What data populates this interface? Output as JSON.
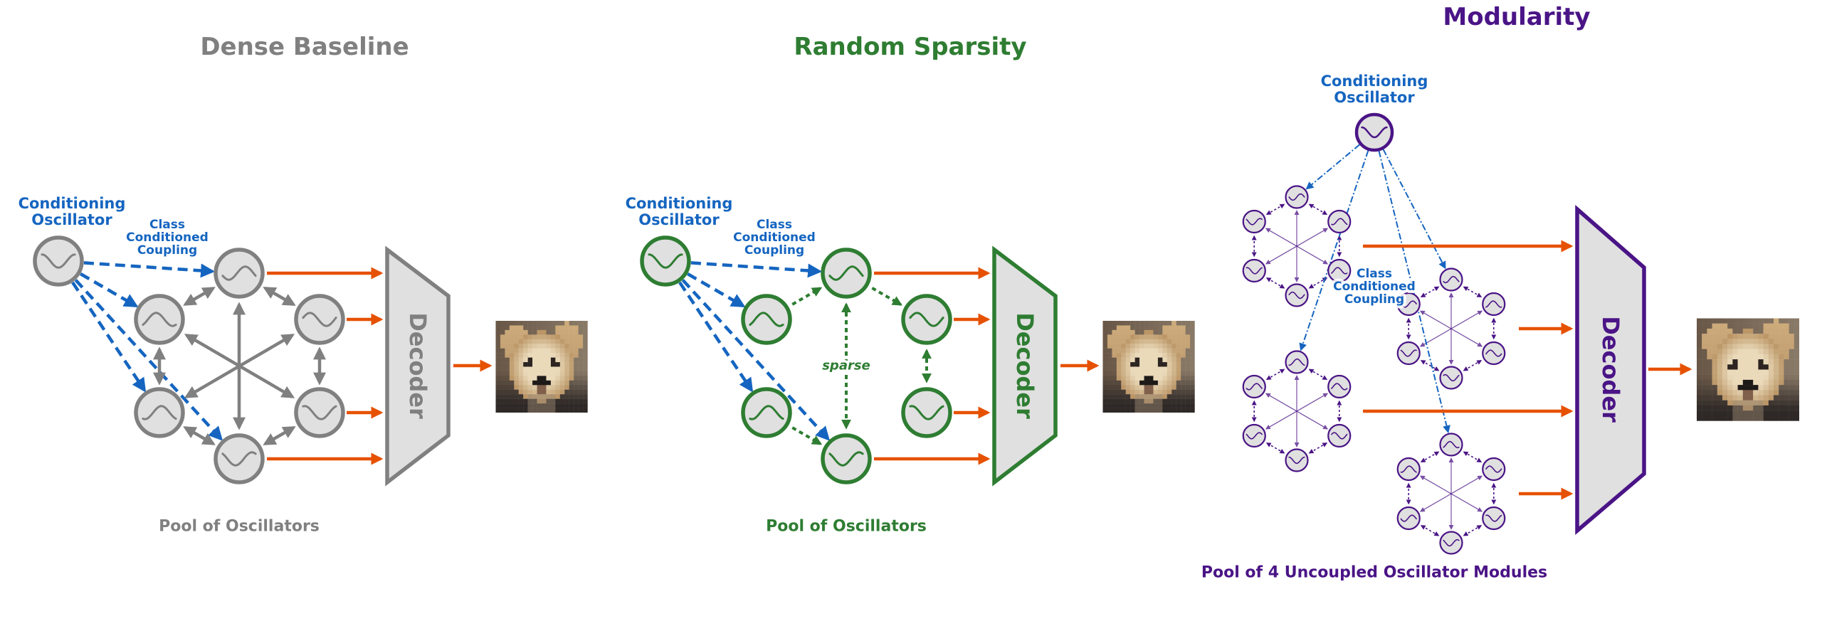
{
  "panels": {
    "dense": {
      "title": "Dense Baseline",
      "conditioning_line1": "Conditioning",
      "conditioning_line2": "Oscillator",
      "coupling_line1": "Class",
      "coupling_line2": "Conditioned",
      "coupling_line3": "Coupling",
      "pool_label": "Pool of Oscillators",
      "decoder_label": "Decoder"
    },
    "sparse": {
      "title": "Random Sparsity",
      "conditioning_line1": "Conditioning",
      "conditioning_line2": "Oscillator",
      "coupling_line1": "Class",
      "coupling_line2": "Conditioned",
      "coupling_line3": "Coupling",
      "sparse_label": "sparse",
      "pool_label": "Pool of Oscillators",
      "decoder_label": "Decoder"
    },
    "modular": {
      "title": "Modularity",
      "conditioning_line1": "Conditioning",
      "conditioning_line2": "Oscillator",
      "coupling_line1": "Class",
      "coupling_line2": "Conditioned",
      "coupling_line3": "Coupling",
      "pool_label": "Pool of 4 Uncoupled Oscillator Modules",
      "decoder_label": "Decoder"
    }
  },
  "colors": {
    "dense": "#808080",
    "sparse": "#2e7d32",
    "modular": "#4a1486",
    "conditioning": "#1565c0",
    "output_arrow": "#e65100",
    "node_fill": "#e0e0e0"
  },
  "icons": {
    "oscillator": "sine-wave-icon",
    "output": "generated-dog-image"
  }
}
